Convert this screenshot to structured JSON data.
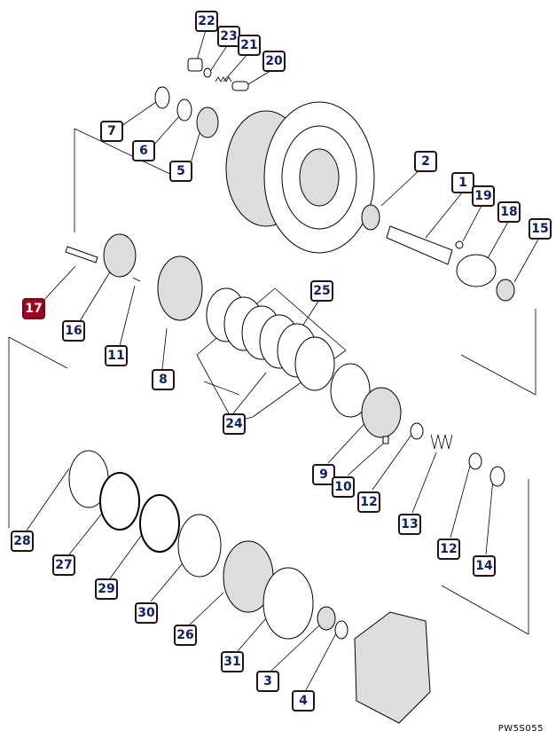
{
  "diagram_code": "PW5S055",
  "highlighted_part": "17",
  "colors": {
    "label_text": "#0c1f6e",
    "highlight": "#a3001c"
  },
  "callouts": {
    "c22": "22",
    "c23": "23",
    "c21": "21",
    "c20": "20",
    "c7": "7",
    "c6": "6",
    "c5": "5",
    "c2": "2",
    "c1": "1",
    "c19": "19",
    "c18": "18",
    "c15": "15",
    "c17": "17",
    "c16": "16",
    "c11": "11",
    "c25": "25",
    "c8": "8",
    "c24": "24",
    "c9": "9",
    "c10": "10",
    "c12a": "12",
    "c13": "13",
    "c12b": "12",
    "c14": "14",
    "c28": "28",
    "c27": "27",
    "c29": "29",
    "c30": "30",
    "c26": "26",
    "c31": "31",
    "c3": "3",
    "c4": "4"
  }
}
